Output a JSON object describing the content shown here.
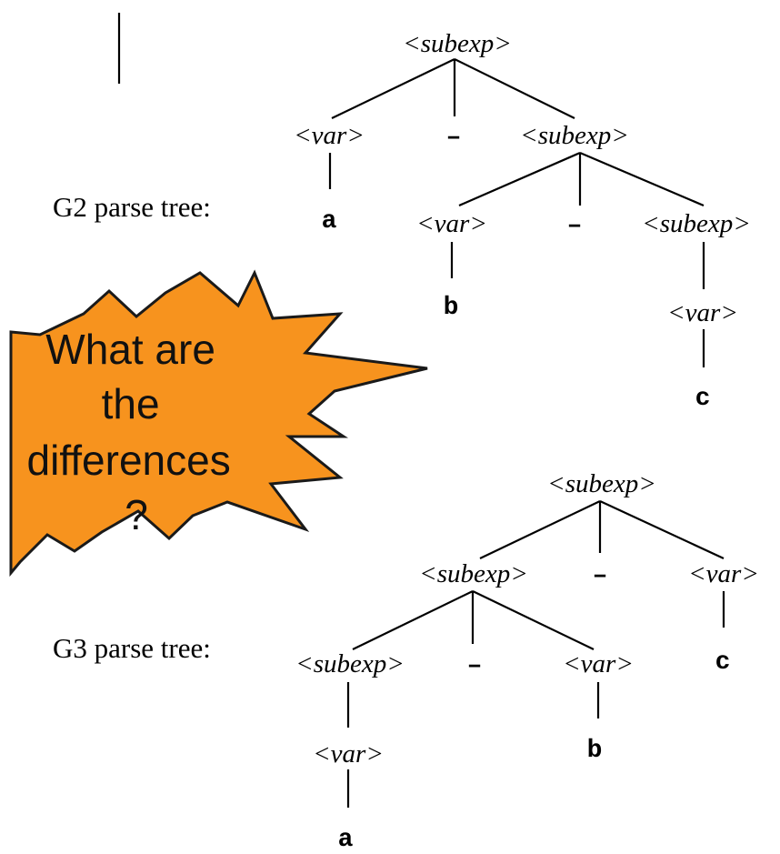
{
  "labels": {
    "g2": "G2 parse tree:",
    "g3": "G3 parse tree:"
  },
  "symbols": {
    "subexp": "<subexp>",
    "var": "<var>",
    "minus": "–",
    "a": "a",
    "b": "b",
    "c": "c"
  },
  "callout": {
    "lines": [
      "What are",
      "the",
      "differences",
      "?"
    ],
    "fill": "#f7931e",
    "stroke": "#1a1a1a",
    "text_color": "#111111"
  }
}
